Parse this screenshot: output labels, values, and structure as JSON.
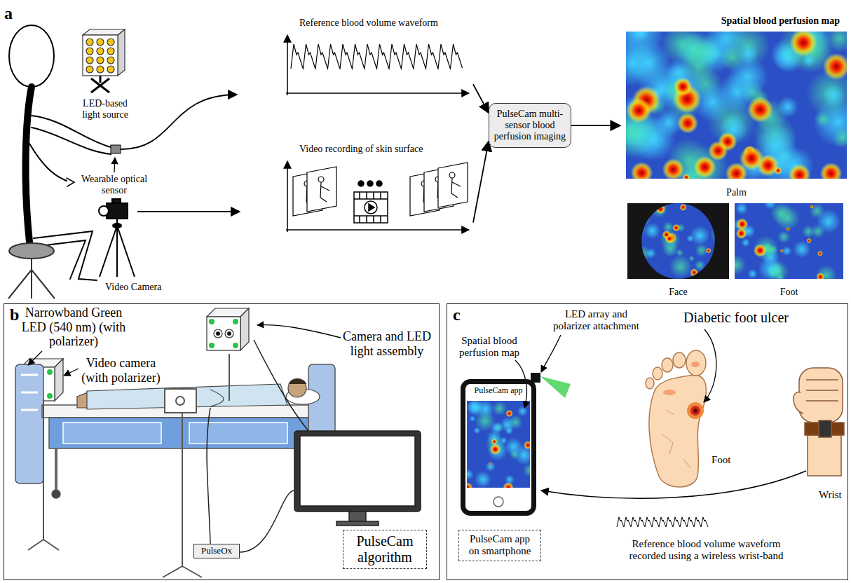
{
  "diagram": {
    "nodes": [
      {
        "text": [
          "Reference blood volume waveform"
        ]
      },
      {
        "text": [
          "Video recording of skin surface"
        ]
      },
      {
        "text": [
          "PulseCam multi-sensor blood perfusion imaging"
        ]
      },
      {
        "text": [
          "Spatial blood perfusion map"
        ]
      },
      {
        "text": [
          "Palm"
        ],
        "in": 3
      },
      {
        "text": [
          "Face"
        ],
        "in": 3
      },
      {
        "text": [
          "Foot"
        ],
        "in": 3
      },
      {
        "text": [
          "b"
        ]
      },
      {
        "text": [
          "PulseCam algorithm"
        ],
        "in": 7
      },
      {
        "text": [
          "PulseOx"
        ],
        "in": 7
      },
      {
        "text": [
          "c"
        ]
      },
      {
        "text": [
          "PulseCam app"
        ],
        "in": 10
      },
      {
        "text": [
          "PulseCam app on smartphone"
        ],
        "in": 10
      }
    ],
    "edges": [
      {
        "from": 0,
        "to": 2,
        "arrow": "to"
      },
      {
        "from": 1,
        "to": 2,
        "arrow": "to"
      },
      {
        "from": 2,
        "to": 3,
        "arrow": "to"
      }
    ],
    "labels": [
      "a",
      "LED-based light source",
      "Wearable optical sensor",
      "Video Camera",
      "Narrowband Green LED (540 nm) (with polarizer)",
      "Video camera (with polarizer)",
      "Camera and LED light assembly",
      "Spatial blood perfusion map",
      "LED array and polarizer attachment",
      "Diabetic foot ulcer",
      "Foot",
      "Wrist",
      "Reference blood volume waveform recorded using a wireless wrist-band"
    ]
  }
}
